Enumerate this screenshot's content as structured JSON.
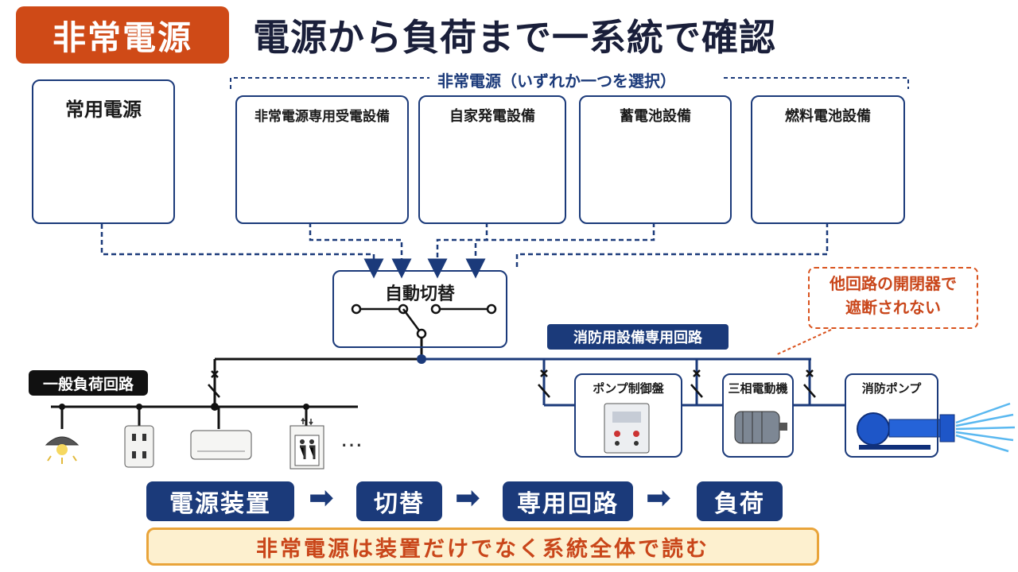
{
  "header": {
    "badge": "非常電源",
    "title": "電源から負荷まで一系統で確認"
  },
  "sources": {
    "normal": "常用電源",
    "group_label": "非常電源（いずれか一つを選択）",
    "emergency": [
      "非常電源専用受電設備",
      "自家発電設備",
      "蓄電池設備",
      "燃料電池設備"
    ]
  },
  "switch": {
    "label": "自動切替"
  },
  "circuits": {
    "general_label": "一般負荷回路",
    "fire_label": "消防用設備専用回路",
    "general_more": "…"
  },
  "callout": {
    "line1": "他回路の開閉器で",
    "line2": "遮断されない"
  },
  "fire_loads": [
    "ポンプ制御盤",
    "三相電動機",
    "消防ポンプ"
  ],
  "flow": {
    "steps": [
      "電源装置",
      "切替",
      "専用回路",
      "負荷"
    ]
  },
  "note": "非常電源は装置だけでなく系統全体で読む",
  "colors": {
    "navy": "#1b3a7a",
    "orange": "#cf4a17",
    "note_bg": "#fdf0cf"
  }
}
